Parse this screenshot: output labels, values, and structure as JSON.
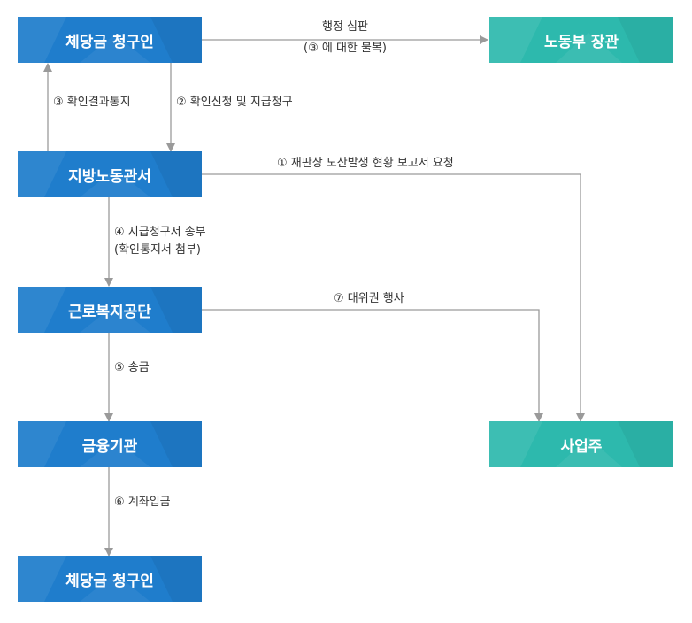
{
  "nodes": {
    "claimant_top": "체당금 청구인",
    "ministry": "노동부 장관",
    "local_office": "지방노동관서",
    "welfare_corp": "근로복지공단",
    "bank": "금융기관",
    "employer": "사업주",
    "claimant_bottom": "체당금 청구인"
  },
  "edges": {
    "admin_trial_line1": "행정 심판",
    "admin_trial_line2": "(③ 에 대한 불복)",
    "confirm_result": "③ 확인결과통지",
    "confirm_request": "② 확인신청 및 지급청구",
    "report_request": "① 재판상 도산발생 현황 보고서 요청",
    "send_claim_line1": "④ 지급청구서 송부",
    "send_claim_line2": "(확인통지서 첨부)",
    "subrogation": "⑦ 대위권 행사",
    "remit": "⑤ 송금",
    "deposit": "⑥ 계좌입금"
  },
  "colors": {
    "blue_box": "#1f7dcc",
    "teal_box": "#2db9ad",
    "arrow": "#9a9a9a",
    "text": "#333333"
  }
}
